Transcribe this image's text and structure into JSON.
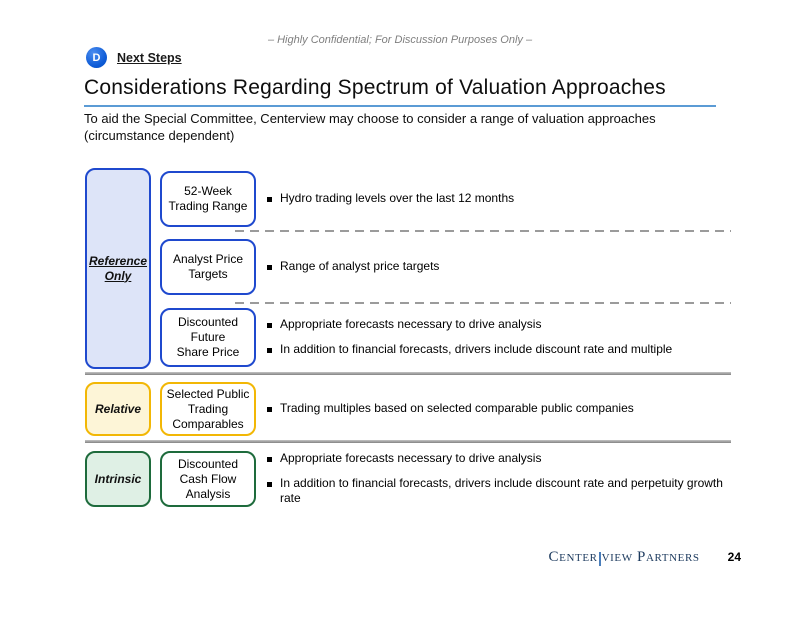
{
  "slide": {
    "confidential_note": "– Highly Confidential; For Discussion Purposes Only –",
    "badge_letter": "D",
    "section_label": "Next Steps",
    "title": "Considerations Regarding Spectrum of Valuation Approaches",
    "subtitle": "To aid the Special Committee, Centerview may choose to consider a range of valuation approaches (circumstance dependent)"
  },
  "colors": {
    "badge_blue": "#0F5BD6",
    "title_underline": "#5B9BD5",
    "reference_accent": "#1F49CE",
    "reference_fill": "#DDE4F8",
    "relative_accent": "#F2B705",
    "relative_fill": "#FDF5D7",
    "intrinsic_accent": "#1E6B3C",
    "intrinsic_fill": "#DFF0E5",
    "divider_gray": "#9B9B9B",
    "logo_navy": "#1C3A5E",
    "logo_bar_blue": "#4A7EBB"
  },
  "groups": [
    {
      "category": "Reference Only",
      "rows": [
        {
          "method": "52-Week\nTrading Range",
          "bullets": [
            "Hydro trading levels over the last 12 months"
          ]
        },
        {
          "method": "Analyst Price\nTargets",
          "bullets": [
            "Range of analyst price targets"
          ]
        },
        {
          "method": "Discounted\nFuture\nShare Price",
          "bullets": [
            "Appropriate forecasts necessary to drive analysis",
            "In addition to financial forecasts, drivers include discount rate and multiple"
          ]
        }
      ]
    },
    {
      "category": "Relative",
      "rows": [
        {
          "method": "Selected Public\nTrading\nComparables",
          "bullets": [
            "Trading multiples based on selected comparable public companies"
          ]
        }
      ]
    },
    {
      "category": "Intrinsic",
      "rows": [
        {
          "method": "Discounted\nCash Flow\nAnalysis",
          "bullets": [
            "Appropriate forecasts necessary to drive analysis",
            "In addition to financial forecasts, drivers include discount rate and perpetuity growth rate"
          ]
        }
      ]
    }
  ],
  "footer": {
    "logo_left": "Center",
    "logo_right": "view Partners",
    "page_number": "24"
  }
}
